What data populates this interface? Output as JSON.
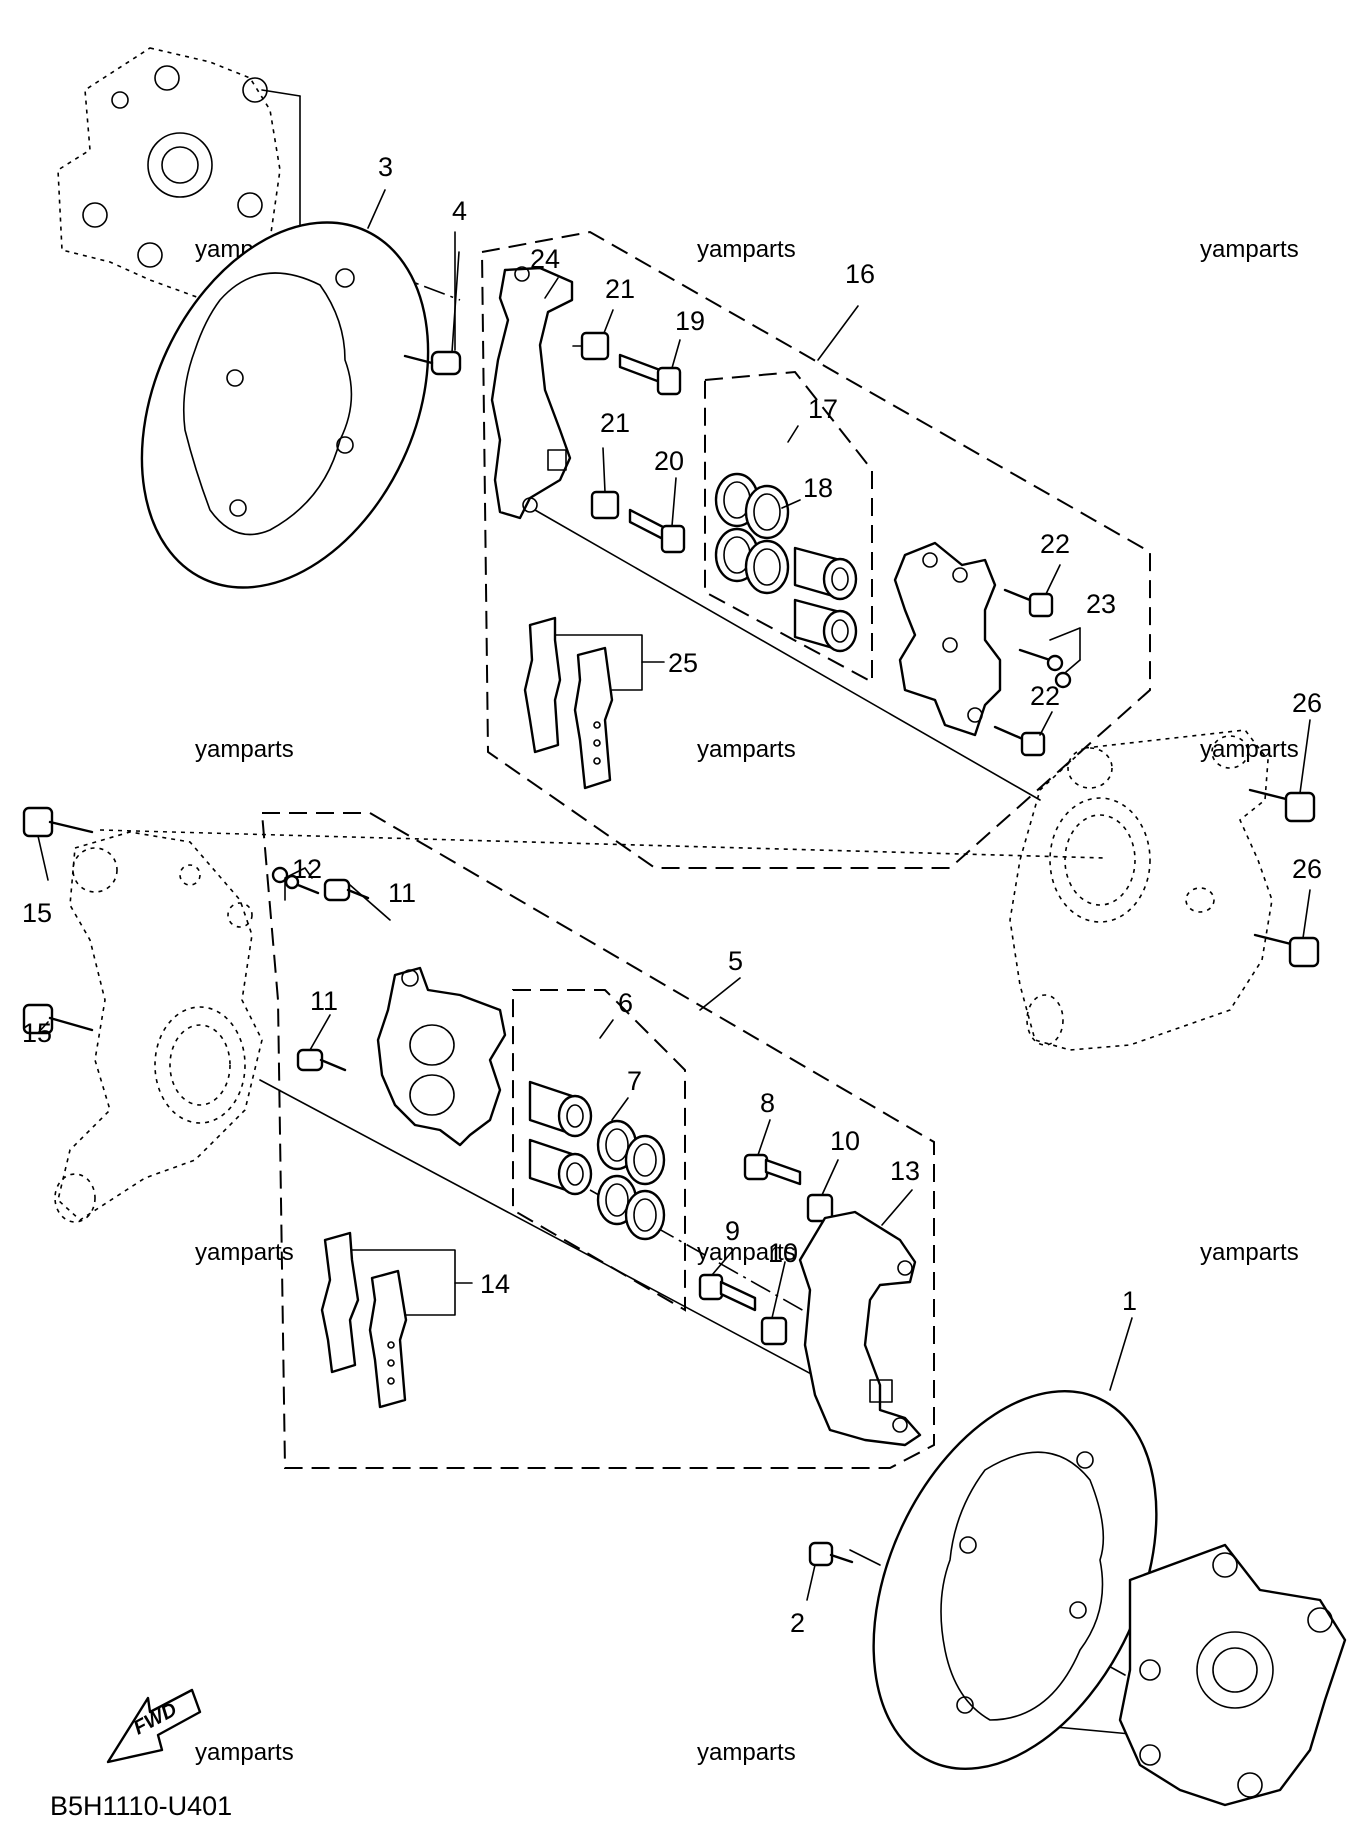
{
  "diagram": {
    "code": "B5H1110-U401",
    "watermark": "yamparts",
    "fwd": "FWD",
    "callouts": {
      "c1": "1",
      "c2": "2",
      "c3": "3",
      "c4": "4",
      "c5": "5",
      "c6": "6",
      "c7": "7",
      "c8": "8",
      "c9": "9",
      "c10a": "10",
      "c10b": "10",
      "c11a": "11",
      "c11b": "11",
      "c12": "12",
      "c13": "13",
      "c14": "14",
      "c15a": "15",
      "c15b": "15",
      "c16": "16",
      "c17": "17",
      "c18": "18",
      "c19": "19",
      "c20": "20",
      "c21a": "21",
      "c21b": "21",
      "c22a": "22",
      "c22b": "22",
      "c23": "23",
      "c24": "24",
      "c25": "25",
      "c26a": "26",
      "c26b": "26"
    }
  }
}
